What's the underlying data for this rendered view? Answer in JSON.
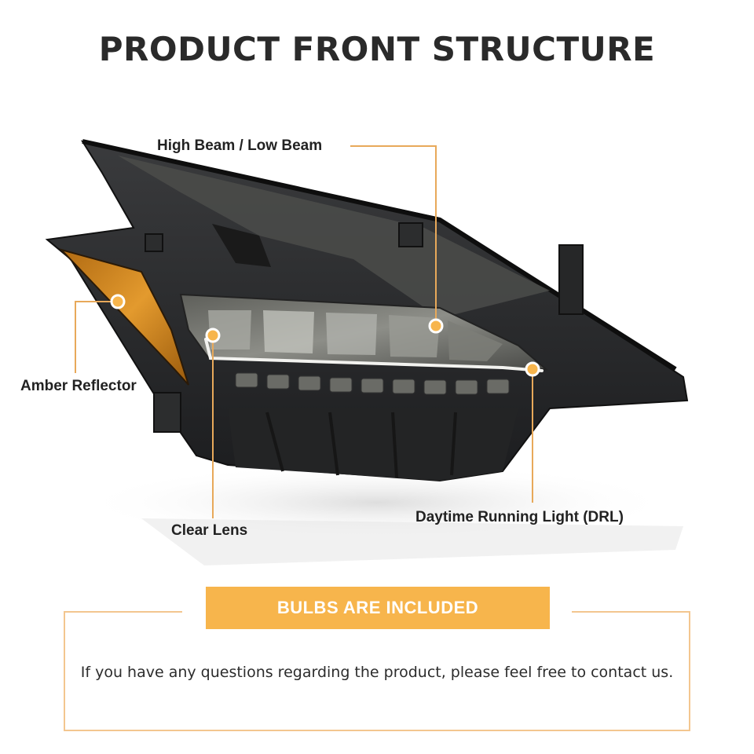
{
  "header": {
    "title": "PRODUCT FRONT STRUCTURE"
  },
  "callouts": {
    "high_low_beam": "High Beam / Low Beam",
    "amber_reflector": "Amber Reflector",
    "clear_lens": "Clear Lens",
    "drl": "Daytime Running Light (DRL)"
  },
  "banner": {
    "text": "BULBS ARE INCLUDED"
  },
  "footer": {
    "contact": "If you have any questions regarding the product, please feel free to contact us."
  },
  "colors": {
    "accent": "#f7b54c",
    "line": "#e8a95a",
    "amber": "#d98a1f",
    "housing": "#2a2b2d"
  }
}
